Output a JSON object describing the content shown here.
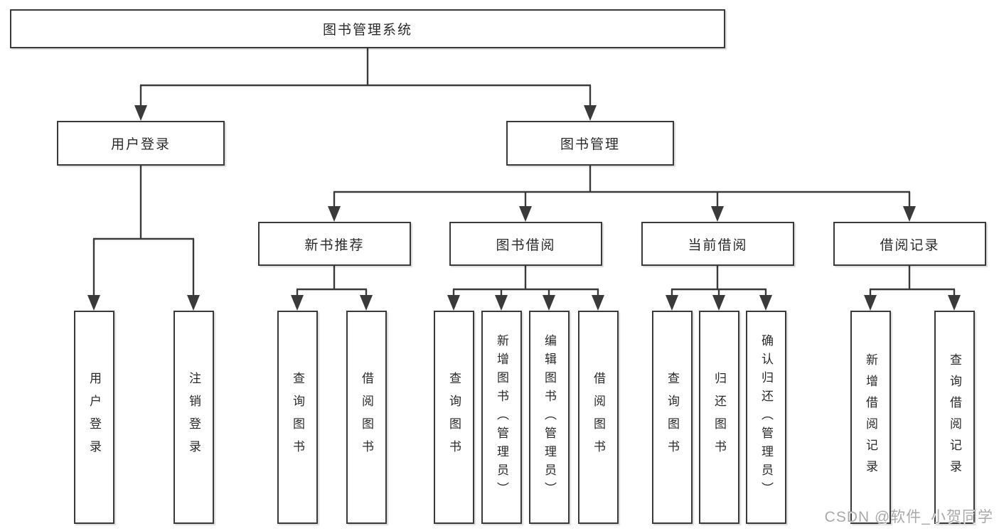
{
  "nodes": {
    "root": {
      "label": "图书管理系统"
    },
    "level2": [
      {
        "label": "用户登录"
      },
      {
        "label": "图书管理"
      }
    ],
    "level3": [
      {
        "label": "新书推荐"
      },
      {
        "label": "图书借阅"
      },
      {
        "label": "当前借阅"
      },
      {
        "label": "借阅记录"
      }
    ],
    "leaves_user_login": [
      {
        "label": "用户登录"
      },
      {
        "label": "注销登录"
      }
    ],
    "leaves_new_book": [
      {
        "label": "查询图书"
      },
      {
        "label": "借阅图书"
      }
    ],
    "leaves_book_borrow": [
      {
        "label": "查询图书"
      },
      {
        "label": "新增图书（管理员）"
      },
      {
        "label": "编辑图书（管理员）"
      },
      {
        "label": "借阅图书"
      }
    ],
    "leaves_current_borrow": [
      {
        "label": "查询图书"
      },
      {
        "label": "归还图书"
      },
      {
        "label": "确认归还（管理员）"
      }
    ],
    "leaves_borrow_records": [
      {
        "label": "新增借阅记录"
      },
      {
        "label": "查询借阅记录"
      }
    ]
  },
  "watermark": {
    "text": "CSDN @软件_小贺同学"
  },
  "colors": {
    "line": "#3a3a3a",
    "text": "#2a2a2a",
    "box_background": "#ffffff",
    "page_background": "#ffffff",
    "watermark": "#a9a9a9"
  }
}
